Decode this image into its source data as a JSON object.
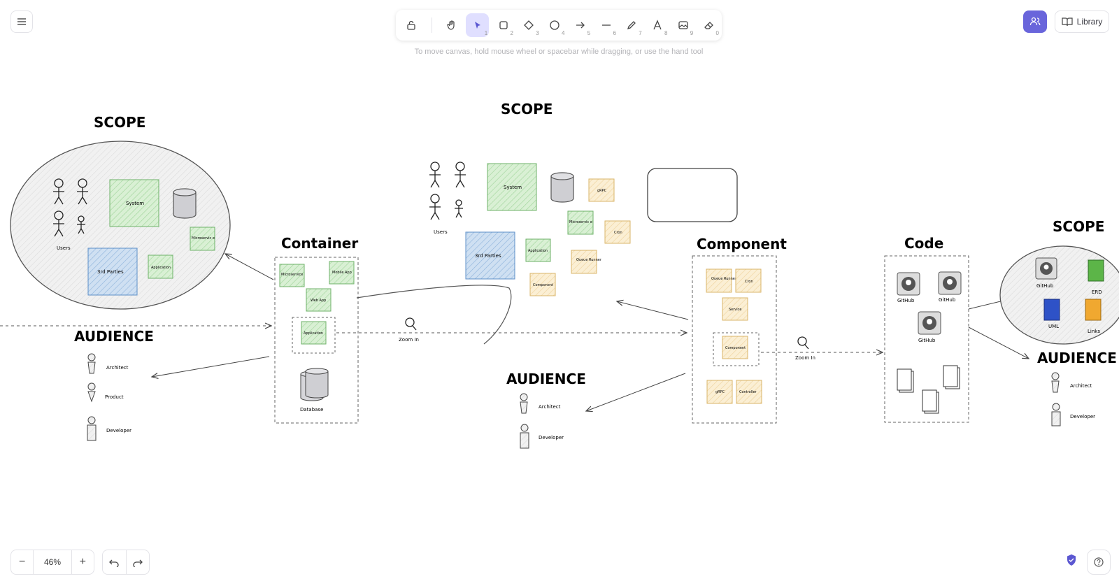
{
  "menu": {
    "icon": "hamburger-menu-icon"
  },
  "toolbar": {
    "tools": [
      {
        "name": "lock",
        "icon": "lock-icon",
        "key": ""
      },
      {
        "name": "hand",
        "icon": "hand-icon",
        "key": ""
      },
      {
        "name": "selection",
        "icon": "pointer-icon",
        "key": "1"
      },
      {
        "name": "rectangle",
        "icon": "square-icon",
        "key": "2"
      },
      {
        "name": "diamond",
        "icon": "diamond-icon",
        "key": "3"
      },
      {
        "name": "ellipse",
        "icon": "circle-icon",
        "key": "4"
      },
      {
        "name": "arrow",
        "icon": "arrow-icon",
        "key": "5"
      },
      {
        "name": "line",
        "icon": "line-icon",
        "key": "6"
      },
      {
        "name": "draw",
        "icon": "pencil-icon",
        "key": "7"
      },
      {
        "name": "text",
        "icon": "text-icon",
        "key": "8"
      },
      {
        "name": "image",
        "icon": "image-icon",
        "key": "9"
      },
      {
        "name": "eraser",
        "icon": "eraser-icon",
        "key": "0"
      }
    ],
    "hint": "To move canvas, hold mouse wheel or spacebar while dragging, or use the hand tool"
  },
  "header_right": {
    "collab_icon": "users-icon",
    "library_label": "Library"
  },
  "footer": {
    "zoom_level": "46%",
    "zoom_out": "−",
    "zoom_in": "+"
  },
  "accent": "#6965db",
  "canvas": {
    "scope_label": "SCOPE",
    "audience_label": "AUDIENCE",
    "container_label": "Container",
    "component_label": "Component",
    "code_label": "Code",
    "users_label": "Users",
    "system_label": "System",
    "third_parties_label": "3rd Parties",
    "application_label": "Application",
    "microservice_label": "Microservic e",
    "microservice_label2": "Microservice",
    "mobile_app_label": "Mobile App",
    "web_app_label": "Web App",
    "database_label": "Database",
    "grpc_label": "gRPC",
    "cron_label": "Cron",
    "queue_runner_label": "Queue Runner",
    "component_box_label": "Component",
    "service_label": "Service",
    "controller_label": "Controller",
    "zoom_in_label": "Zoom In",
    "architect_label": "Architect",
    "product_label": "Product",
    "developer_label": "Developer",
    "github_label": "GitHub",
    "erd_label": "ERD",
    "uml_label": "UML",
    "links_label": "Links"
  }
}
